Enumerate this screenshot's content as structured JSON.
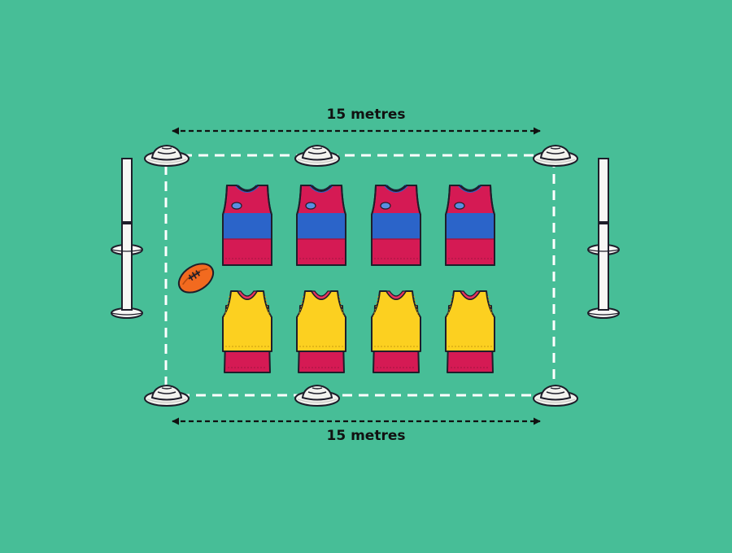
{
  "measurements": {
    "top_label": "15 metres",
    "bottom_label": "15 metres"
  },
  "team_a": {
    "count": 4,
    "colors": {
      "top": "#d51a54",
      "band": "#2b64c9",
      "bottom": "#d51a54",
      "badge": "#5a8ee0"
    }
  },
  "team_b": {
    "count": 4,
    "colors": {
      "vest": "#fcd020",
      "shorts": "#d51a54",
      "collar": "#e8335f"
    }
  },
  "colors": {
    "field": "#47be97",
    "outline": "#1e1e2a",
    "cone": "#f2f2ee",
    "pole": "#f7f7f5",
    "ball": "#f26a1f",
    "boundary": "#ffffff"
  },
  "items": {
    "cones": 6,
    "posts_per_side": 2,
    "ball": "football-icon"
  }
}
